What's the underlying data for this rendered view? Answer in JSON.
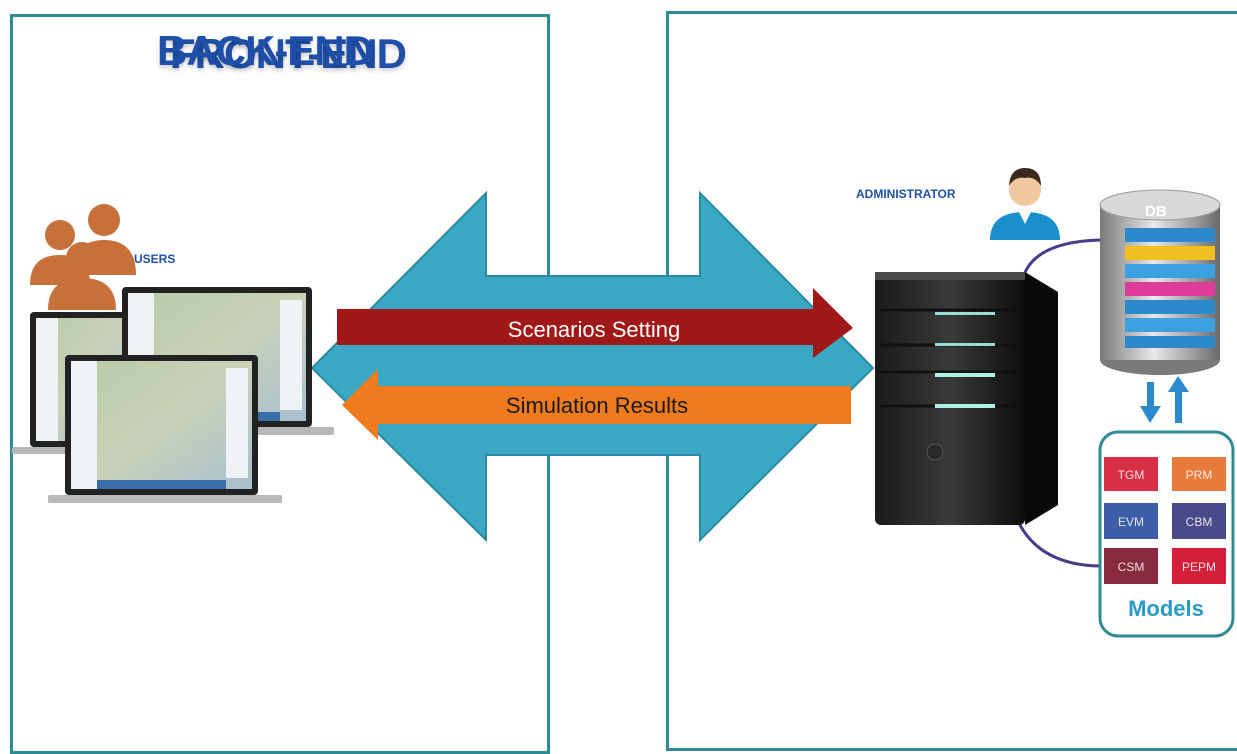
{
  "front_end": {
    "title": "FRONT-END"
  },
  "back_end": {
    "title": "BACK-END"
  },
  "users": {
    "label": "USERS"
  },
  "administrator": {
    "label": "ADMINISTRATOR"
  },
  "database": {
    "label": "DB"
  },
  "arrows": {
    "scenarios": "Scenarios  Setting",
    "results": "Simulation Results"
  },
  "models": {
    "title": "Models",
    "items": [
      "TGM",
      "PRM",
      "EVM",
      "CBM",
      "CSM",
      "PEPM"
    ],
    "colors": [
      "#d92f45",
      "#e87a3a",
      "#3d5fa8",
      "#4a4a8a",
      "#8a2a40",
      "#d41f3a"
    ]
  },
  "colors": {
    "panel_border": "#2f8a94",
    "title": "#1f4fa8",
    "big_arrow": "#3aa8c3",
    "scenario_arrow": "#a01818",
    "results_arrow": "#f07a1e",
    "users": "#c8703a",
    "admin": "#1a8fcc"
  }
}
